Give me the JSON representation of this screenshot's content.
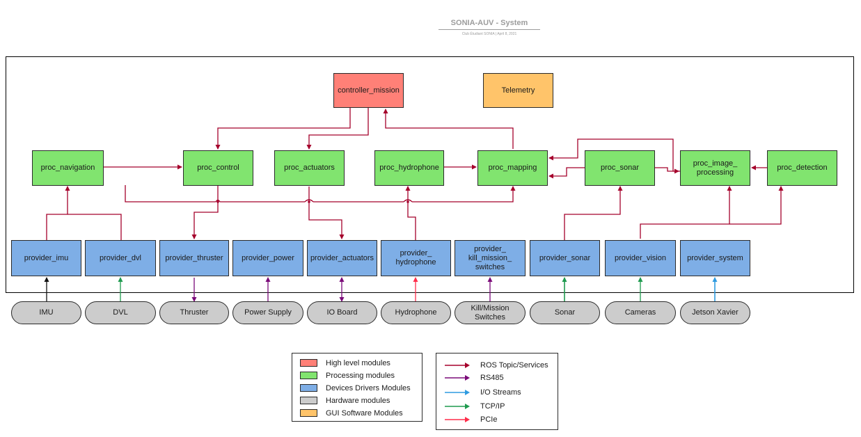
{
  "header": {
    "title": "SONIA-AUV - System",
    "subtitle": "Club Étudiant SONIA | April 8, 2021"
  },
  "colors": {
    "high_level": "#ff8077",
    "processing": "#81e46f",
    "device_driver": "#7eaee6",
    "hardware": "#cccccc",
    "gui": "#ffc46a",
    "ros": "#a5002b",
    "rs485": "#7a0a78",
    "io_stream": "#2f9be0",
    "tcpip": "#1f9a4f",
    "pcie": "#ff2d4a"
  },
  "modules": {
    "controller_mission": "controller_mission",
    "telemetry": "Telemetry",
    "proc_navigation": "proc_navigation",
    "proc_control": "proc_control",
    "proc_actuators": "proc_actuators",
    "proc_hydrophone": "proc_hydrophone",
    "proc_mapping": "proc_mapping",
    "proc_sonar": "proc_sonar",
    "proc_image_processing": "proc_image_\nprocessing",
    "proc_detection": "proc_detection",
    "provider_imu": "provider_imu",
    "provider_dvl": "provider_dvl",
    "provider_thruster": "provider_thruster",
    "provider_power": "provider_power",
    "provider_actuators": "provider_actuators",
    "provider_hydrophone": "provider_\nhydrophone",
    "provider_kill_mission_switches": "provider_\nkill_mission_\nswitches",
    "provider_sonar": "provider_sonar",
    "provider_vision": "provider_vision",
    "provider_system": "provider_system"
  },
  "hardware": {
    "imu": "IMU",
    "dvl": "DVL",
    "thruster": "Thruster",
    "power_supply": "Power Supply",
    "io_board": "IO Board",
    "hydrophone": "Hydrophone",
    "kill_mission_switches": "Kill/Mission\nSwitches",
    "sonar": "Sonar",
    "cameras": "Cameras",
    "jetson_xavier": "Jetson Xavier"
  },
  "legend_modules": [
    {
      "label": "High level modules",
      "color": "#ff8077"
    },
    {
      "label": "Processing modules",
      "color": "#81e46f"
    },
    {
      "label": "Devices Drivers Modules",
      "color": "#7eaee6"
    },
    {
      "label": "Hardware modules",
      "color": "#cccccc"
    },
    {
      "label": "GUI Software Modules",
      "color": "#ffc46a"
    }
  ],
  "legend_links": [
    {
      "label": "ROS Topic/Services",
      "color": "#a5002b"
    },
    {
      "label": "RS485",
      "color": "#7a0a78"
    },
    {
      "label": "I/O Streams",
      "color": "#2f9be0"
    },
    {
      "label": "TCP/IP",
      "color": "#1f9a4f"
    },
    {
      "label": "PCIe",
      "color": "#ff2d4a"
    }
  ]
}
